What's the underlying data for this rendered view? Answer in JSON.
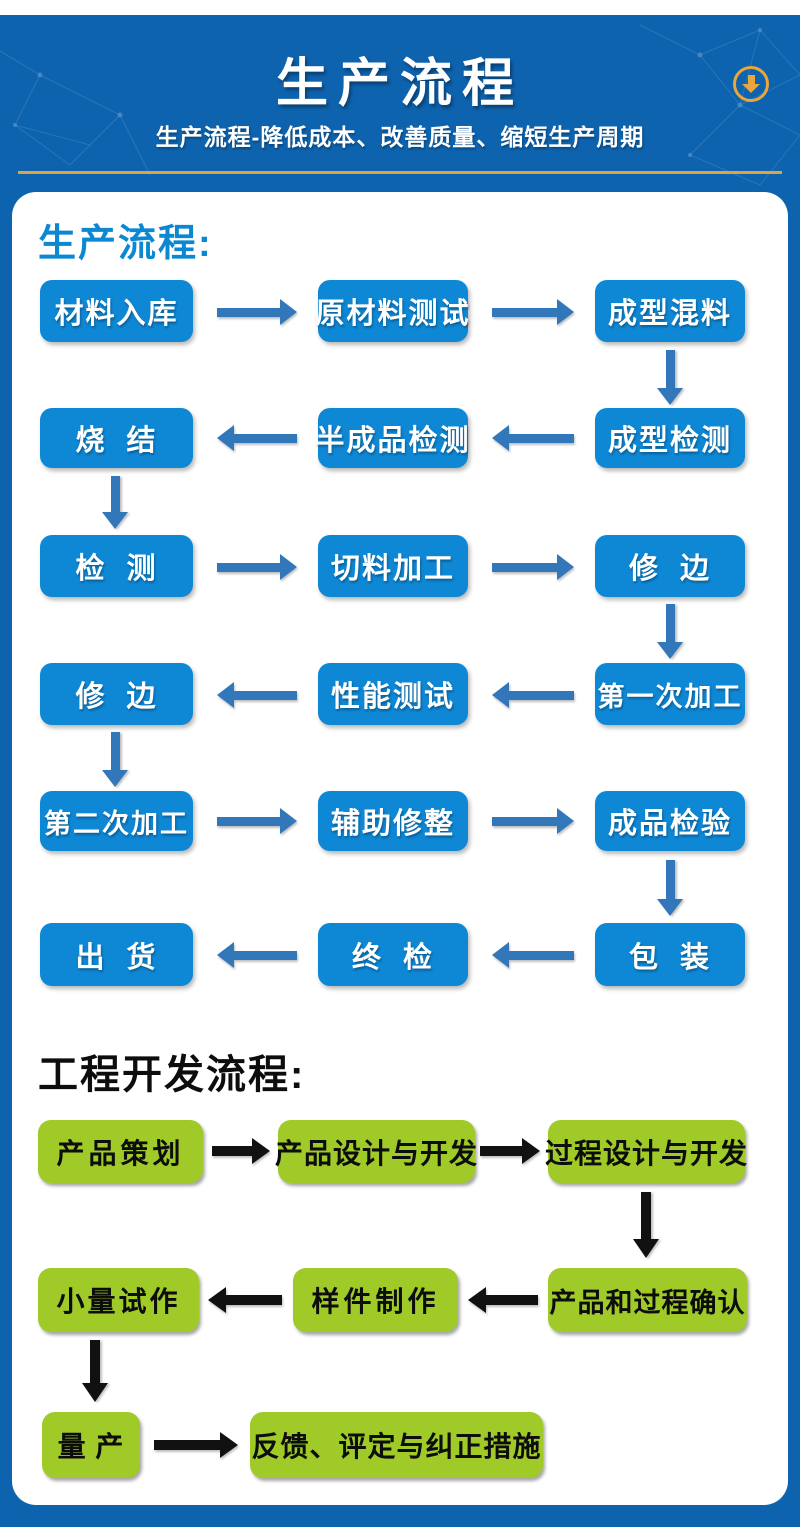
{
  "header": {
    "title": "生产流程",
    "subtitle": "生产流程-降低成本、改善质量、缩短生产周期",
    "download_icon": "circled-down-arrow",
    "accent_color": "#eaa63c",
    "background_color": "#0e63ae"
  },
  "production_flow": {
    "heading": "生产流程:",
    "box_color": "#0e87d5",
    "arrow_color": "#3377bb",
    "rows": [
      {
        "direction": "right",
        "cells": [
          "材料入库",
          "原材料测试",
          "成型混料"
        ]
      },
      {
        "direction": "left",
        "cells": [
          "烧  结",
          "半成品检测",
          "成型检测"
        ]
      },
      {
        "direction": "right",
        "cells": [
          "检  测",
          "切料加工",
          "修  边"
        ]
      },
      {
        "direction": "left",
        "cells": [
          "修  边",
          "性能测试",
          "第一次加工"
        ]
      },
      {
        "direction": "right",
        "cells": [
          "第二次加工",
          "辅助修整",
          "成品检验"
        ]
      },
      {
        "direction": "left",
        "cells": [
          "出  货",
          "终  检",
          "包  装"
        ]
      }
    ]
  },
  "engineering_flow": {
    "heading": "工程开发流程:",
    "box_color": "#9fca28",
    "arrow_color": "#111111",
    "rows": [
      {
        "direction": "right",
        "cells": [
          "产品策划",
          "产品设计与开发",
          "过程设计与开发"
        ]
      },
      {
        "direction": "left",
        "cells": [
          "小量试作",
          "样件制作",
          "产品和过程确认"
        ]
      },
      {
        "direction": "right",
        "cells": [
          "量 产",
          "反馈、评定与纠正措施"
        ]
      }
    ]
  }
}
